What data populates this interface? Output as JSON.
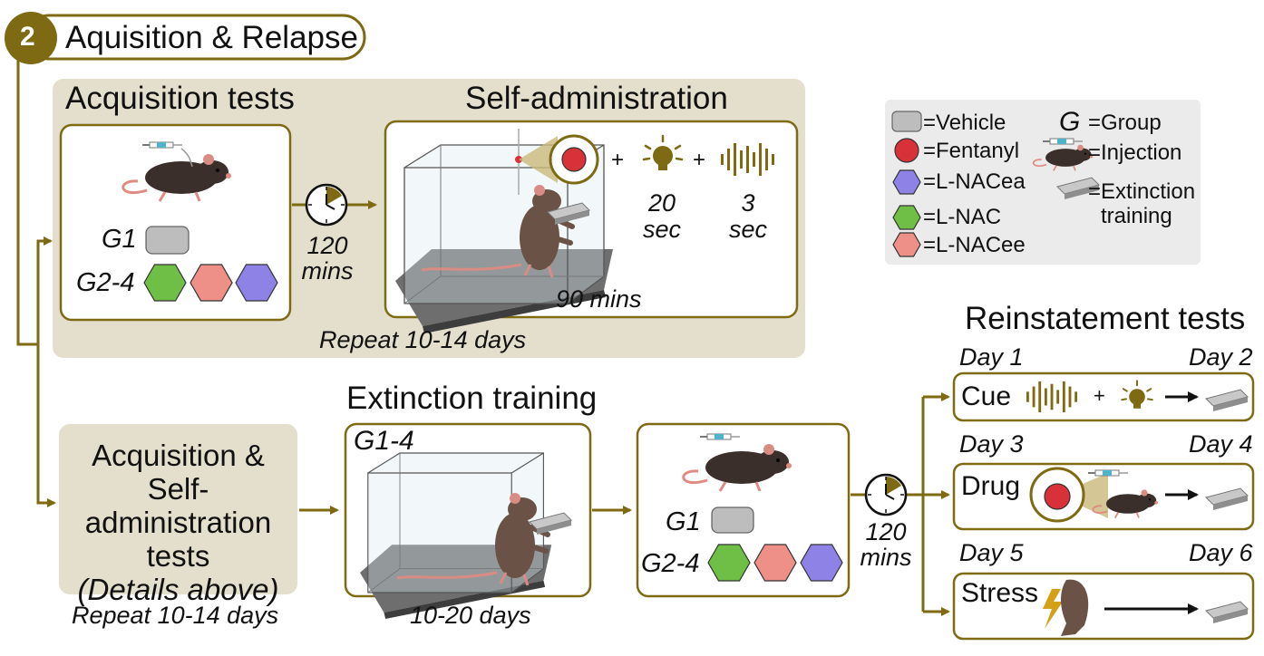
{
  "section": {
    "number": "2",
    "title": "Aquisition & Relapse"
  },
  "acquisition": {
    "title": "Acquisition tests",
    "wait_value": "120",
    "wait_unit": "mins",
    "group1": "G1",
    "group2": "G2-4",
    "repeat": "Repeat 10-14 days"
  },
  "self_admin": {
    "title": "Self-administration",
    "plus": "+",
    "light_value": "20",
    "light_unit": "sec",
    "tone_value": "3",
    "tone_unit": "sec",
    "duration": "90 mins"
  },
  "legend": {
    "vehicle": "=Vehicle",
    "fentanyl": "=Fentanyl",
    "lnacea": "=L-NACea",
    "lnac": "=L-NAC",
    "lnacee": "=L-NACee",
    "group_symbol": "G",
    "group": "=Group",
    "injection": "=Injection",
    "extinction_1": "=Extinction",
    "extinction_2": "training"
  },
  "summary": {
    "line1": "Acquisition &",
    "line2": "Self-administration",
    "line3": "tests",
    "line4": "(Details above)",
    "repeat": "Repeat 10-14 days"
  },
  "extinction": {
    "title": "Extinction training",
    "groups": "G1-4",
    "duration": "10-20 days"
  },
  "treatment": {
    "group1": "G1",
    "group2": "G2-4",
    "wait_value": "120",
    "wait_unit": "mins"
  },
  "reinstatement": {
    "title": "Reinstatement tests",
    "plus": "+",
    "cue": {
      "label": "Cue",
      "day_a": "Day 1",
      "day_b": "Day 2"
    },
    "drug": {
      "label": "Drug",
      "day_a": "Day 3",
      "day_b": "Day 4"
    },
    "stress": {
      "label": "Stress",
      "day_a": "Day 5",
      "day_b": "Day 6"
    }
  },
  "colors": {
    "olive": "#7d6a12",
    "panel": "#e4dfcc",
    "legend_bg": "#ebebeb",
    "vehicle": "#bdbdbd",
    "fentanyl": "#d9313a",
    "lnacea": "#8e82e6",
    "lnac": "#6fbf46",
    "lnacee": "#ee8f88"
  }
}
